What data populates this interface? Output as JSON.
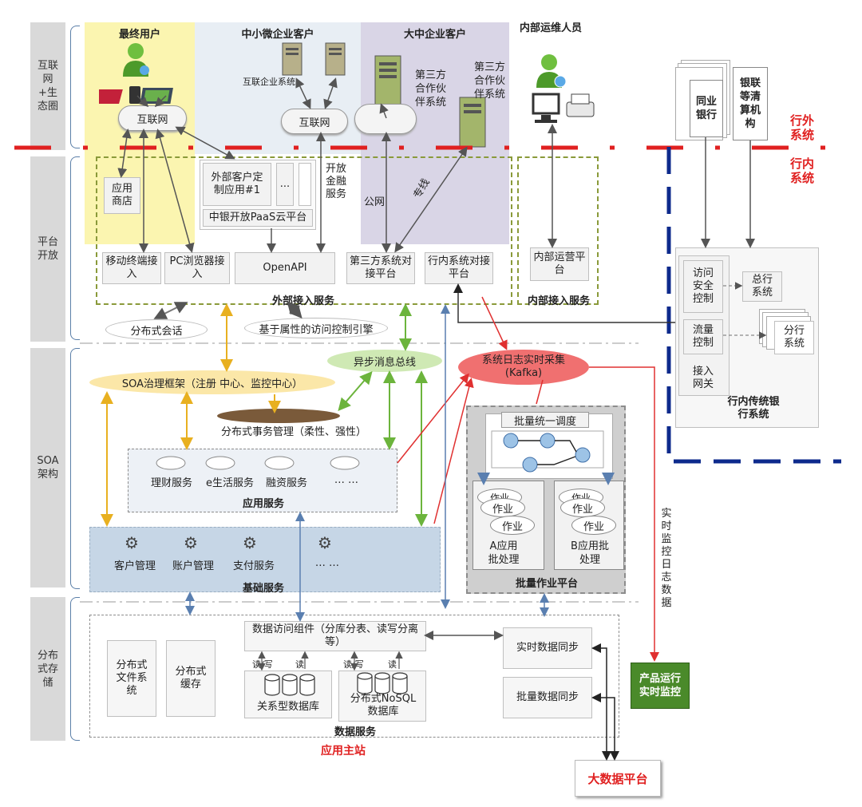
{
  "layers": {
    "internet": "互联网+生态圈",
    "platform": "平台开放",
    "soa": "SOA架构",
    "storage": "分布式存储"
  },
  "zones": {
    "end_user": "最终用户",
    "sme": "中小微企业客户",
    "large": "大中企业客户",
    "ops": "内部运维人员"
  },
  "top": {
    "internet1": "互联网",
    "internet2": "互联网",
    "internet_biz": "互联企业系统",
    "third_party1": "第三方合作伙伴系统",
    "third_party2": "第三方合作伙伴系统",
    "peer_bank": "同业银行",
    "unionpay": "银联等清算机构",
    "outside": "行外系统",
    "inside": "行内系统"
  },
  "platform": {
    "app_store": "应用商店",
    "custom_app": "外部客户定制应用#1",
    "ellipsis": "...",
    "open_finance": "开放金融服务",
    "paas": "中银开放PaaS云平台",
    "public_net": "公网",
    "dedicated": "专线",
    "mobile": "移动终端接入",
    "pc": "PC浏览器接入",
    "openapi": "OpenAPI",
    "third_platform": "第三方系统对接平台",
    "inner_platform": "行内系统对接平台",
    "ops_platform": "内部运营平台",
    "ext_access": "外部接入服务",
    "int_access": "内部接入服务",
    "session": "分布式会话",
    "access_ctrl": "基于属性的访问控制引擎"
  },
  "bank": {
    "security": "访问安全控制",
    "flow": "流量控制",
    "gateway": "接入网关",
    "hq": "总行系统",
    "branch": "分行系统",
    "title": "行内传统银行系统"
  },
  "soa": {
    "async_bus": "异步消息总线",
    "log_collect": "系统日志实时采集(Kafka)",
    "governance": "SOA治理框架（注册 中心、监控中心）",
    "dist_tx": "分布式事务管理（柔性、强性）",
    "app_items": [
      "理财服务",
      "e生活服务",
      "融资服务",
      "… …"
    ],
    "app_service": "应用服务",
    "base_items": [
      "客户管理",
      "账户管理",
      "支付服务",
      "… …"
    ],
    "base_service": "基础服务",
    "batch_schedule": "批量统一调度",
    "job": "作业",
    "job_partial": "作业",
    "batch_a": "A应用批处理",
    "batch_b": "B应用批处理",
    "batch_platform": "批量作业平台",
    "realtime_log": "实时监控日志数据"
  },
  "storage": {
    "dfs": "分布式文件系统",
    "cache": "分布式缓存",
    "dal": "数据访问组件（分库分表、读写分离等）",
    "rw": "读/写",
    "r": "读",
    "rdb": "关系型数据库",
    "nosql": "分布式NoSQL数据库",
    "rt_sync": "实时数据同步",
    "batch_sync": "批量数据同步",
    "data_service": "数据服务",
    "main_site": "应用主站",
    "monitor": "产品运行实时监控",
    "bigdata": "大数据平台"
  },
  "colors": {
    "red": "#e02020",
    "navy": "#0d2a8c",
    "zone_yellow": "#fbf5b0",
    "zone_blue": "#e8eef4",
    "zone_purple": "#d9d5e6",
    "green_box": "#4a8a2a",
    "kafka": "#f07070"
  }
}
